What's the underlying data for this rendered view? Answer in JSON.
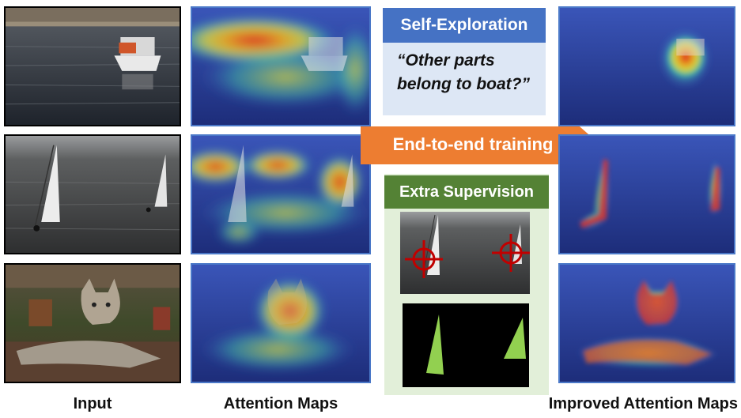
{
  "captions": {
    "input": "Input",
    "attention": "Attention Maps",
    "improved": "Improved Attention Maps"
  },
  "self_exploration": {
    "title": "Self-Exploration",
    "line1": "“Other parts",
    "line2": "belong to boat?”"
  },
  "arrow": {
    "label": "End-to-end training"
  },
  "extra_supervision": {
    "title": "Extra Supervision"
  },
  "colors": {
    "blue_title": "#4572c4",
    "blue_body": "#dde7f5",
    "arrow": "#ed7d31",
    "green_title": "#548235",
    "green_panel": "#e2efd9",
    "target": "#c00000",
    "mask": "#92d050"
  }
}
